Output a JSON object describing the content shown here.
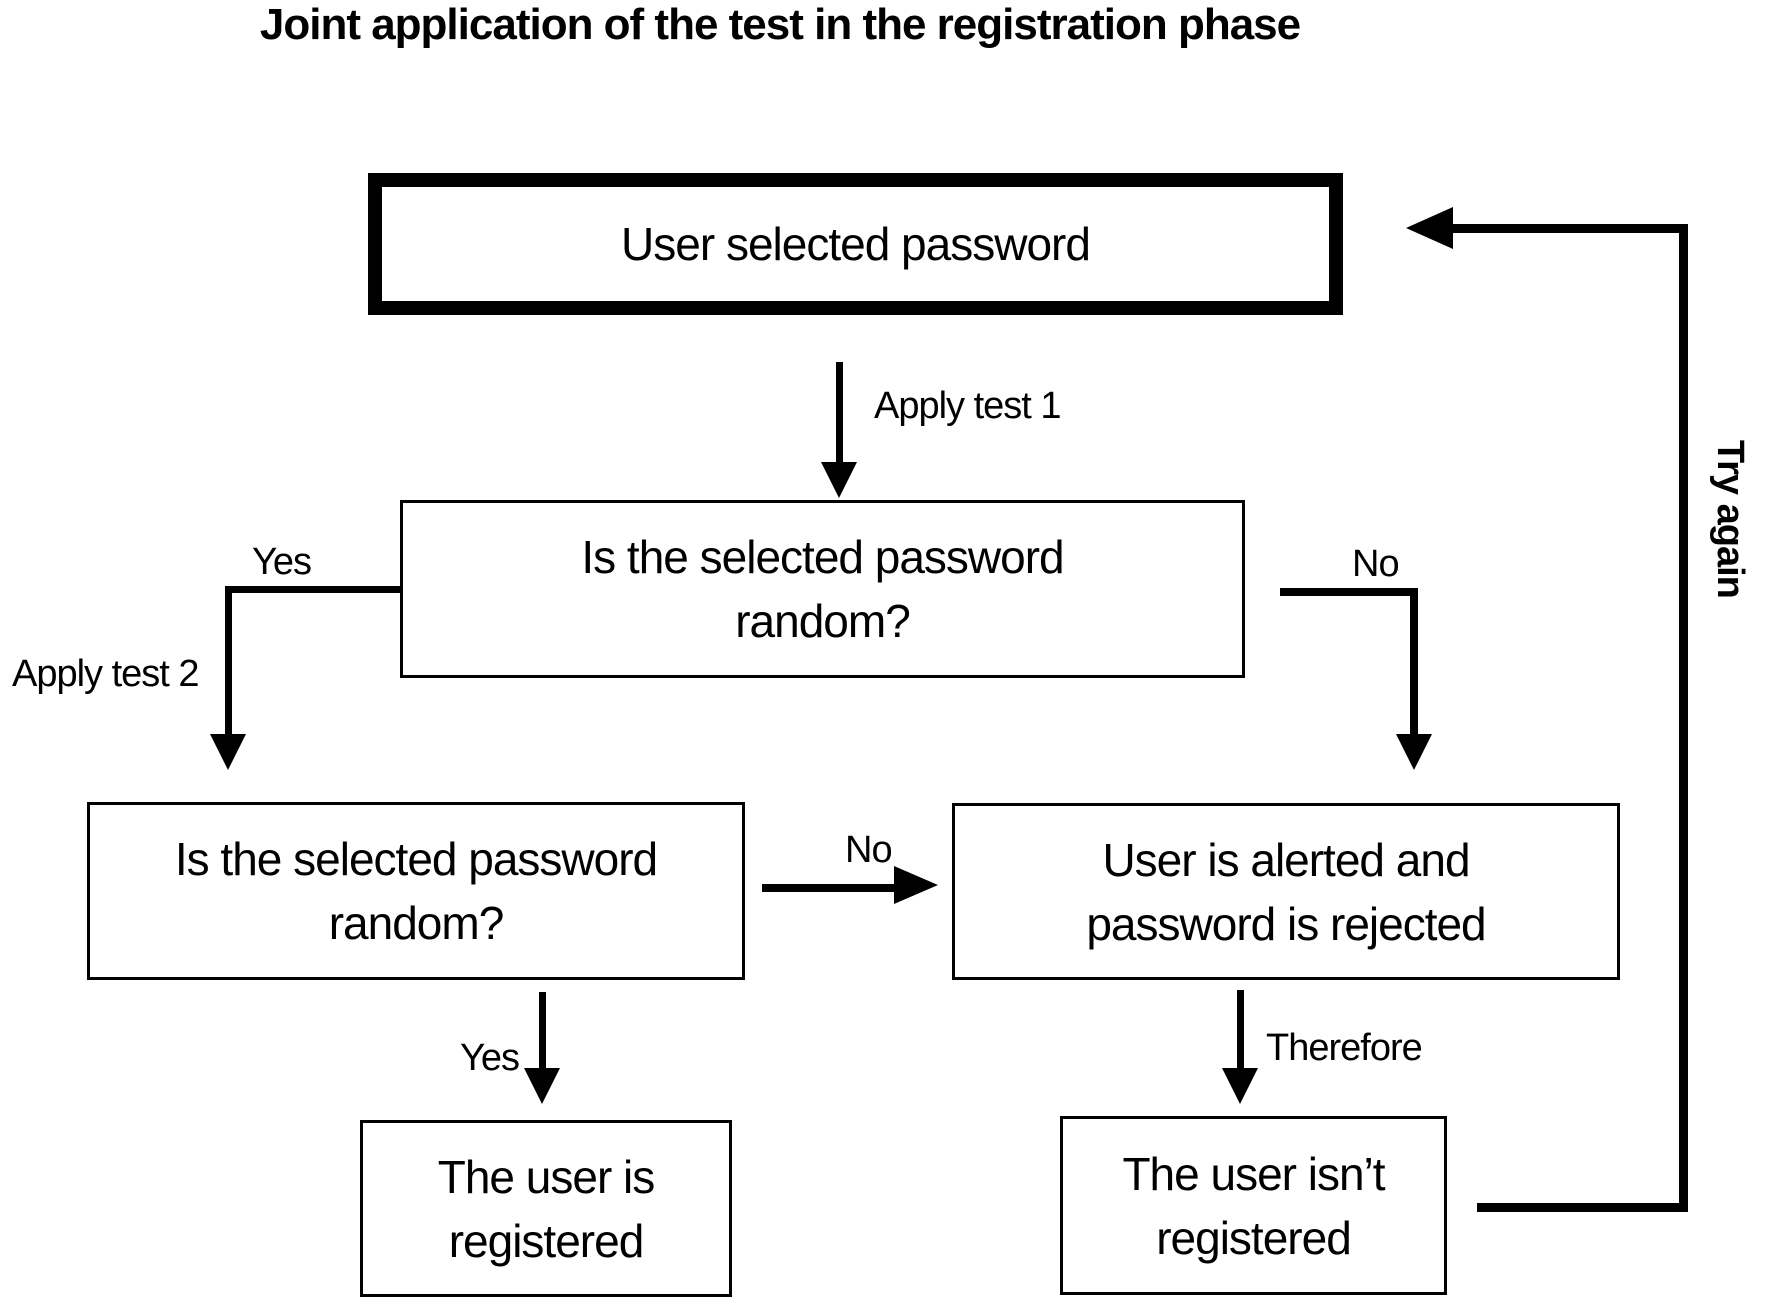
{
  "title": "Joint application of the test in the registration phase",
  "nodes": {
    "start": "User selected password",
    "test1": [
      "Is the selected password",
      "random?"
    ],
    "test2": [
      "Is the selected password",
      "random?"
    ],
    "alert": [
      "User is alerted and",
      "password is rejected"
    ],
    "registered": [
      "The user is",
      "registered"
    ],
    "not_registered": [
      "The user isn’t",
      "registered"
    ]
  },
  "labels": {
    "apply_test_1": "Apply test 1",
    "apply_test_2": "Apply test 2",
    "yes_left": "Yes",
    "no_right": "No",
    "no_middle": "No",
    "yes_bottom": "Yes",
    "therefore": "Therefore",
    "try_again": "Try again"
  },
  "colors": {
    "ink": "#000000",
    "background": "#ffffff"
  }
}
